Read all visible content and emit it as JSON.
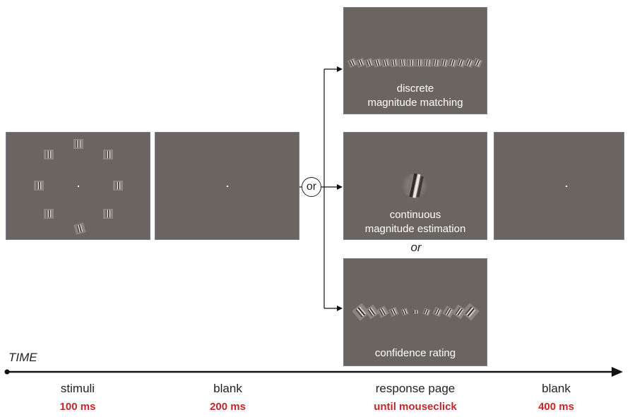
{
  "time_label": "TIME",
  "or_circle": "or",
  "or_between": "or",
  "screens": {
    "discrete": [
      "discrete",
      "magnitude matching"
    ],
    "continuous": [
      "continuous",
      "magnitude estimation"
    ],
    "confidence": "confidence rating"
  },
  "phases": [
    {
      "label": "stimuli",
      "duration": "100 ms"
    },
    {
      "label": "blank",
      "duration": "200 ms"
    },
    {
      "label": "response page",
      "duration": "until mouseclick"
    },
    {
      "label": "blank",
      "duration": "400 ms"
    }
  ],
  "colors": {
    "screen_gray": "#6a6560",
    "duration_red": "#c0282b",
    "axis": "#111111"
  }
}
